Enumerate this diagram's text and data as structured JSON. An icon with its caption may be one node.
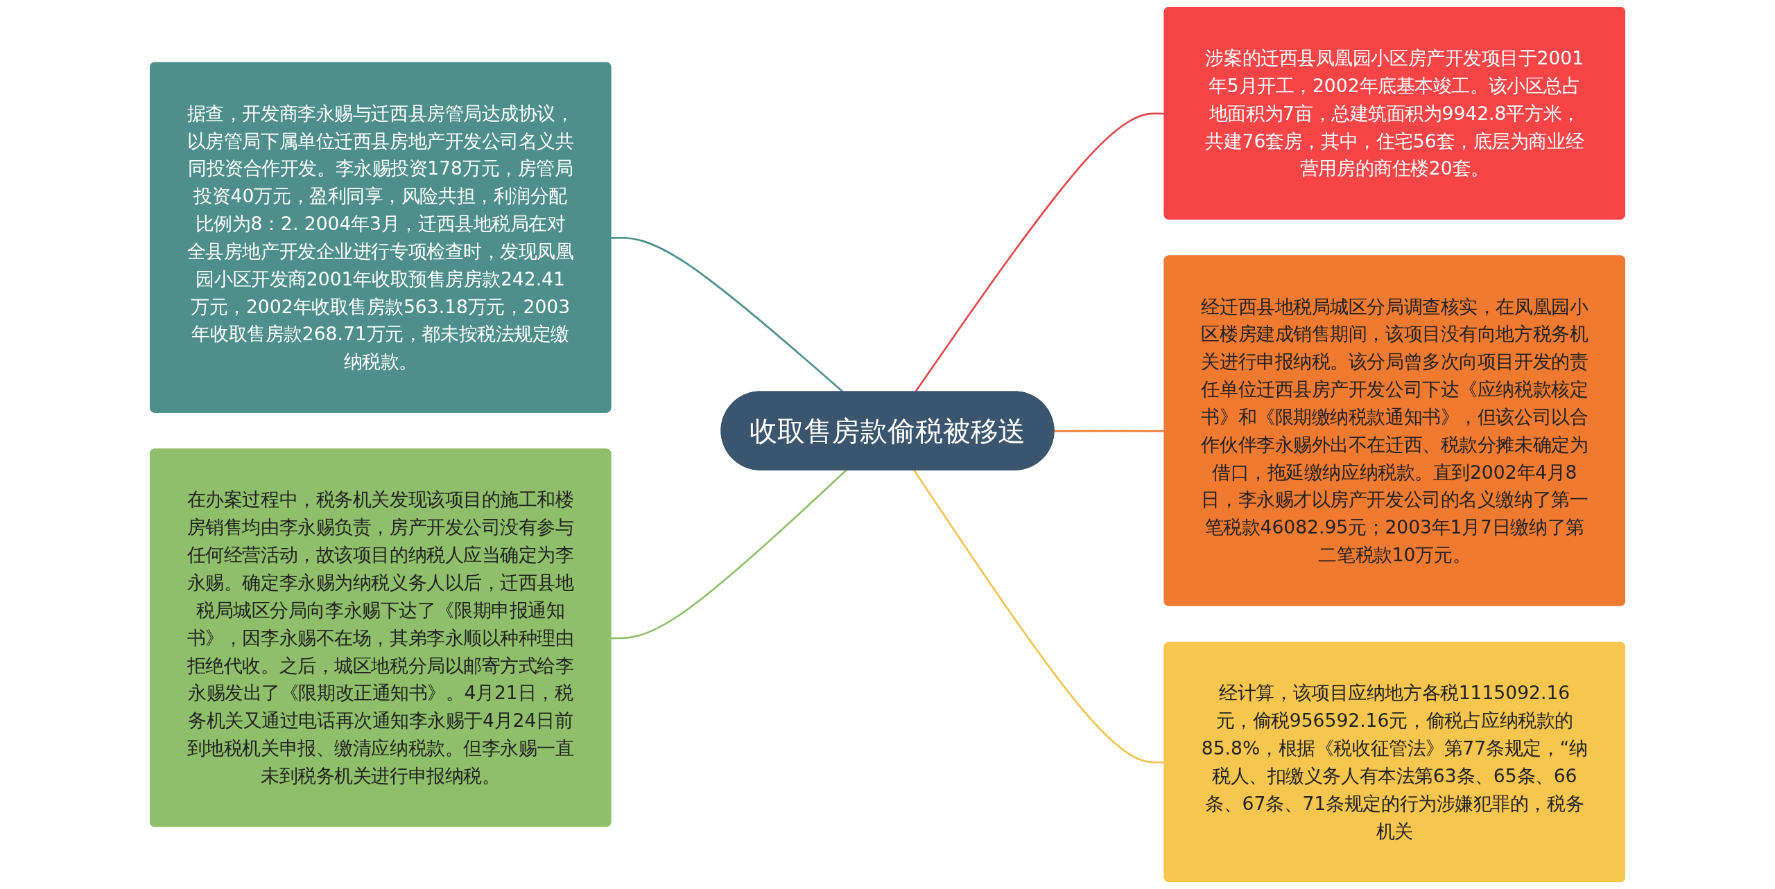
{
  "diagram": {
    "nodes": [
      {
        "text": [
          "收取售房款偷税被移送"
        ]
      },
      {
        "text": [
          "据查，开发商李永赐与迁西县房管局达成协议，以房管局下属单位迁西县房地产开发公司名义共同投资合作开发。李永赐投资178万元，房管局投资40万元，盈利同享，风险共担，利润分配比例为8：2. 2004年3月，迁西县地税局在对全县房地产开发企业进行专项检查时，发现凤凰园小区开发商2001年收取预售房房款242.41万元，2002年收取售房款563.18万元，2003年收取售房款268.71万元，都未按税法规定缴纳税款。"
        ]
      },
      {
        "text": [
          "在办案过程中，税务机关发现该项目的施工和楼房销售均由李永赐负责，房产开发公司没有参与任何经营活动，故该项目的纳税人应当确定为李永赐。确定李永赐为纳税义务人以后，迁西县地税局城区分局向李永赐下达了《限期申报通知书》，因李永赐不在场，其弟李永顺以种种理由拒绝代收。之后，城区地税分局以邮寄方式给李永赐发出了《限期改正通知书》。4月21日，税务机关又通过电话再次通知李永赐于4月24日前到地税机关申报、缴清应纳税款。但李永赐一直未到税务机关进行申报纳税。"
        ]
      },
      {
        "text": [
          "涉案的迁西县凤凰园小区房产开发项目于2001年5月开工，2002年底基本竣工。该小区总占地面积为7亩，总建筑面积为9942.8平方米，共建76套房，其中，住宅56套，底层为商业经营用房的商住楼20套。"
        ]
      },
      {
        "text": [
          "经迁西县地税局城区分局调查核实，在凤凰园小区楼房建成销售期间，该项目没有向地方税务机关进行申报纳税。该分局曾多次向项目开发的责任单位迁西县房产开发公司下达《应纳税款核定书》和《限期缴纳税款通知书》，但该公司以合作伙伴李永赐外出不在迁西、税款分摊未确定为借口，拖延缴纳应纳税款。直到2002年4月8日，李永赐才以房产开发公司的名义缴纳了第一笔税款46082.95元；2003年1月7日缴纳了第二笔税款10万元。"
        ]
      },
      {
        "text": [
          "经计算，该项目应纳地方各税1115092.16元，偷税956592.16元，偷税占应纳税款的85.8%，根据《税收征管法》第77条规定，“纳税人、扣缴义务人有本法第63条、65条、66条、67条、71条规定的行为涉嫌犯罪的，税务机关"
        ]
      }
    ],
    "edges": [
      {
        "from": 1,
        "to": 0,
        "arrow": "none",
        "color": "#4e8f8c"
      },
      {
        "from": 2,
        "to": 0,
        "arrow": "none",
        "color": "#8fbf6a"
      },
      {
        "from": 0,
        "to": 3,
        "arrow": "none",
        "color": "#e0474a"
      },
      {
        "from": 0,
        "to": 4,
        "arrow": "none",
        "color": "#f07a30"
      },
      {
        "from": 0,
        "to": 5,
        "arrow": "none",
        "color": "#f2c34e"
      }
    ]
  }
}
